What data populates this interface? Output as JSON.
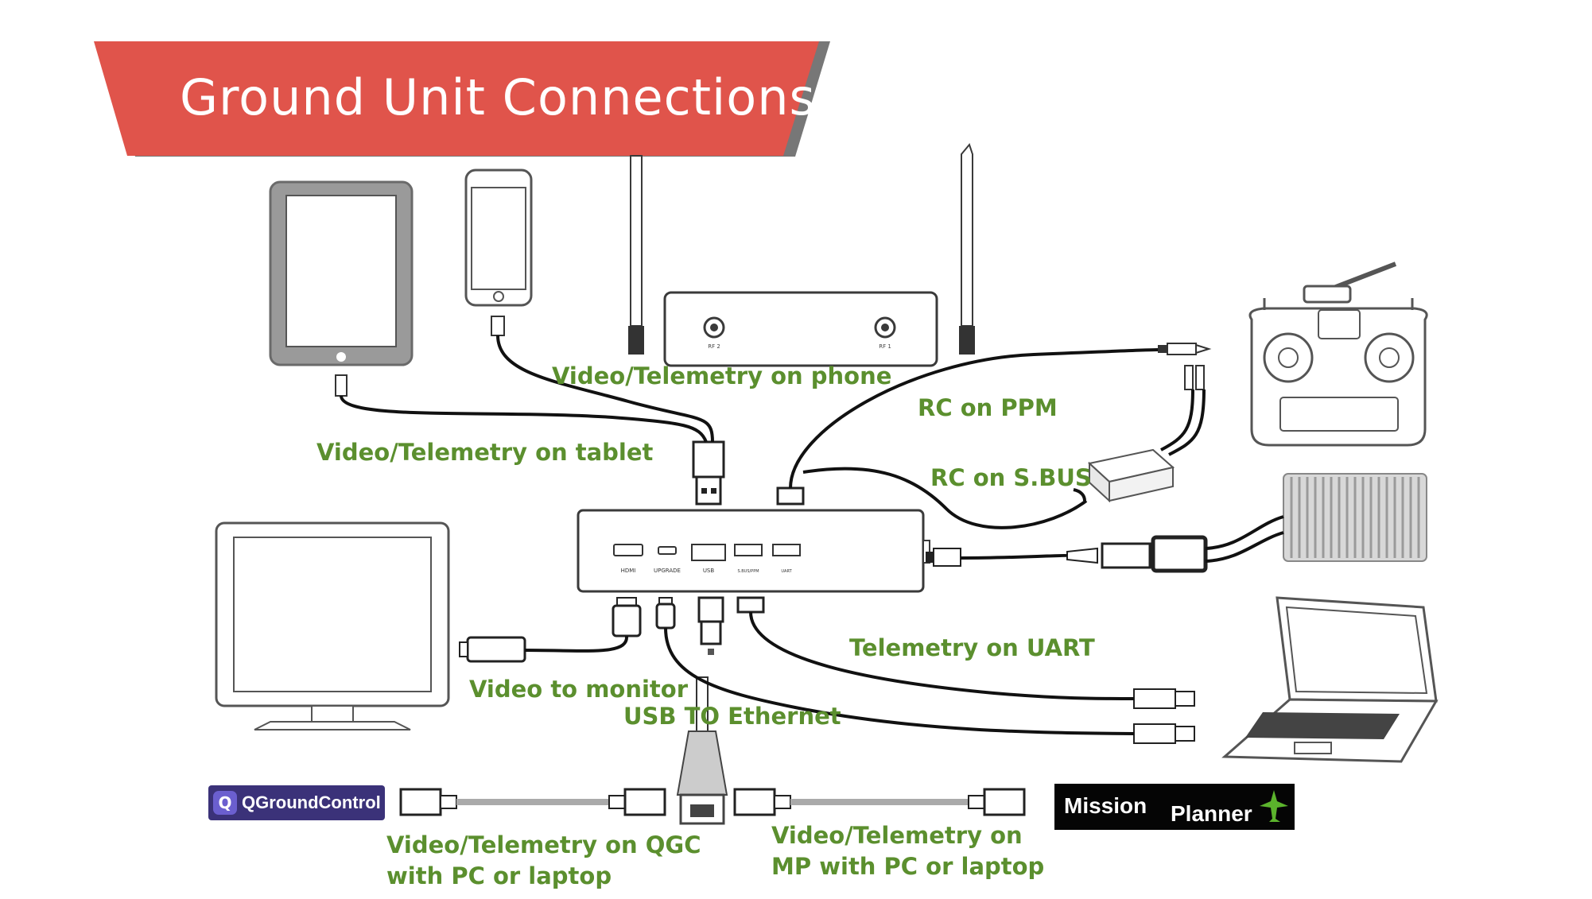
{
  "title": "Ground Unit Connections",
  "colors": {
    "banner": "#e0544b",
    "banner_shadow": "#4a4a4a",
    "label_green": "#5b8f2e",
    "device_stroke": "#3a3a3a",
    "cable": "#111111"
  },
  "labels": {
    "phone": "Video/Telemetry on phone",
    "tablet": "Video/Telemetry on tablet",
    "rc_ppm": "RC on PPM",
    "rc_sbus": "RC on S.BUS",
    "uart": "Telemetry on UART",
    "monitor": "Video to monitor",
    "ethernet": "USB TO Ethernet",
    "qgc_line1": "Video/Telemetry on QGC",
    "qgc_line2": "with PC or laptop",
    "mp_line1": "Video/Telemetry on",
    "mp_line2": "MP with PC or laptop"
  },
  "ports": [
    "HDMI",
    "UPGRADE",
    "USB",
    "S.BUS/PPM",
    "UART"
  ],
  "antenna_labels": [
    "RF 2",
    "RF 1"
  ],
  "logos": {
    "qgc": {
      "name": "QGroundControl",
      "icon": "q-logo-icon"
    },
    "mp": {
      "word1": "Mission",
      "word2": "Planner",
      "icon": "airplane-icon"
    }
  },
  "devices": [
    "tablet",
    "smartphone",
    "ground-unit",
    "rc-transmitter",
    "sbus-converter",
    "heatsink-module",
    "monitor",
    "laptop",
    "usb-ethernet-adapter"
  ]
}
